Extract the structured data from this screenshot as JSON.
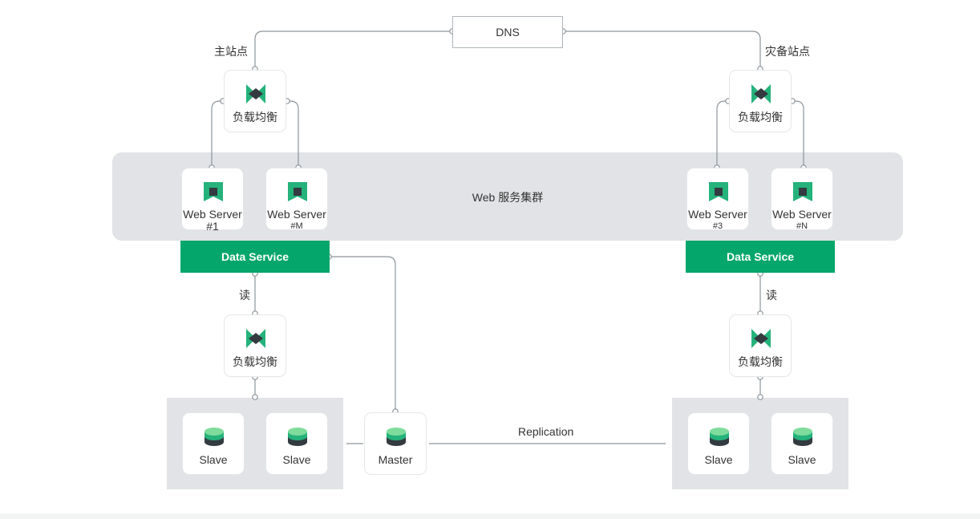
{
  "dns": {
    "label": "DNS"
  },
  "sites": {
    "primary_label": "主站点",
    "dr_label": "灾备站点"
  },
  "load_balancer": {
    "label": "负载均衡"
  },
  "cluster": {
    "label": "Web 服务集群"
  },
  "web_servers": [
    {
      "label": "Web Server",
      "suffix": "#1"
    },
    {
      "label": "Web Server",
      "suffix": "#M"
    },
    {
      "label": "Web Server",
      "suffix": "#3"
    },
    {
      "label": "Web Server",
      "suffix": "#N"
    }
  ],
  "data_service": {
    "label": "Data Service"
  },
  "read_label": "读",
  "databases": {
    "slave_label": "Slave",
    "master_label": "Master",
    "replication_label": "Replication"
  },
  "colors": {
    "accent": "#05a66b",
    "icon_green": "#25b27b",
    "icon_light": "#7fdc9c",
    "icon_dark": "#333a40",
    "panel_gray": "#e1e3e6",
    "line": "#8d959b"
  },
  "icons": {
    "load_balancer": "bowtie-icon",
    "web_server": "server-icon",
    "database": "database-icon"
  }
}
